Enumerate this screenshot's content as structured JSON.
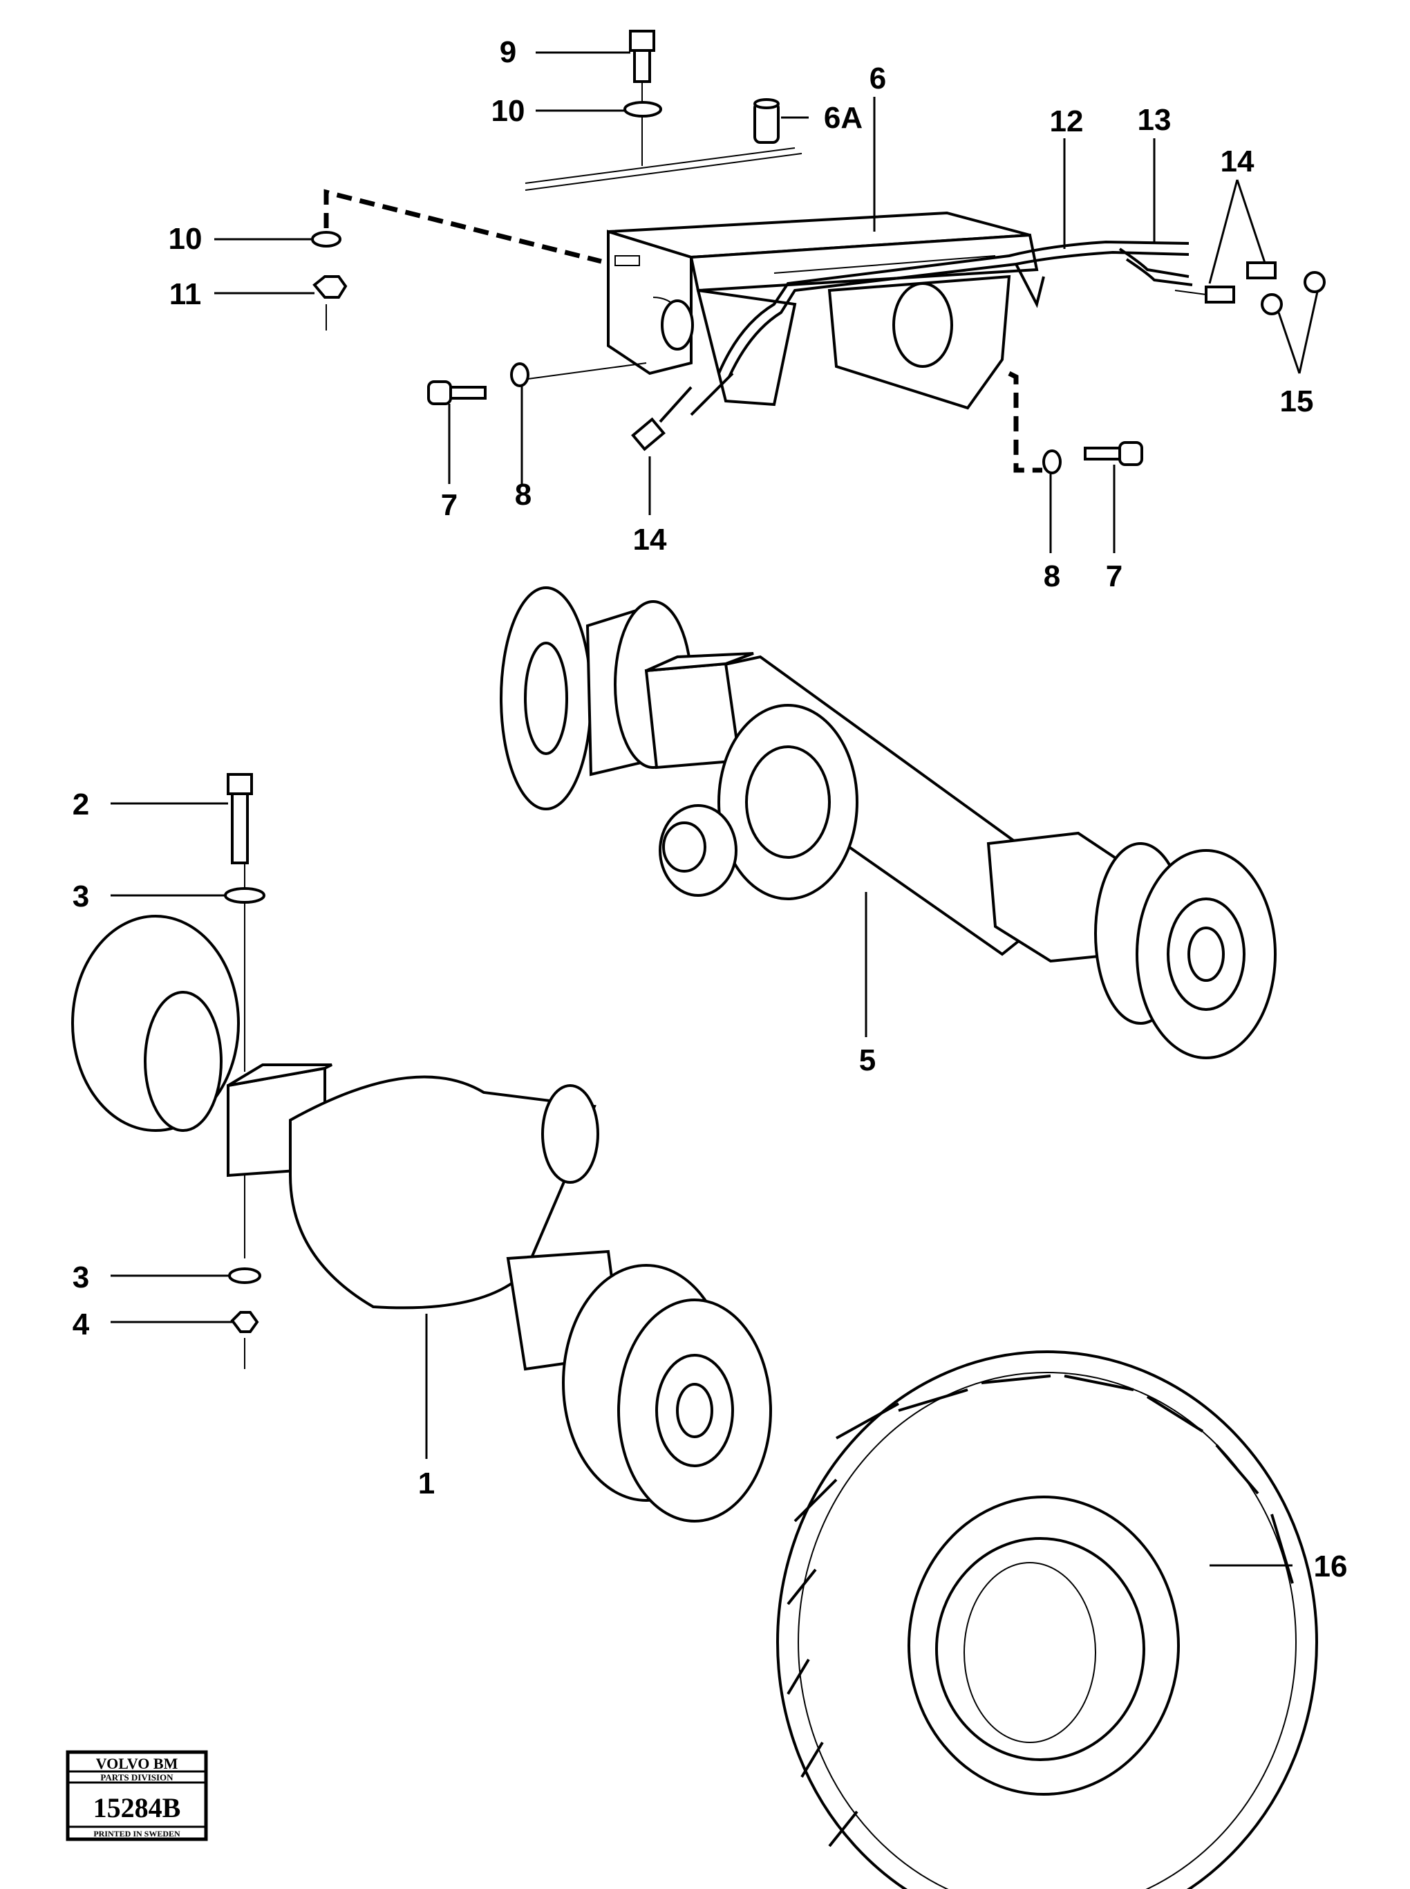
{
  "callouts": {
    "c9": "9",
    "c10_top": "10",
    "c6": "6",
    "c6a": "6A",
    "c12": "12",
    "c13": "13",
    "c14_right": "14",
    "c10_left": "10",
    "c11": "11",
    "c15": "15",
    "c7_left": "7",
    "c8_left": "8",
    "c14_bottom": "14",
    "c8_right": "8",
    "c7_right": "7",
    "c2": "2",
    "c3_top": "3",
    "c5": "5",
    "c3_bottom": "3",
    "c4": "4",
    "c1": "1",
    "c16": "16"
  },
  "stamp": {
    "brand": "VOLVO BM",
    "division": "PARTS DIVISION",
    "number": "15284B",
    "printed": "PRINTED IN SWEDEN"
  }
}
